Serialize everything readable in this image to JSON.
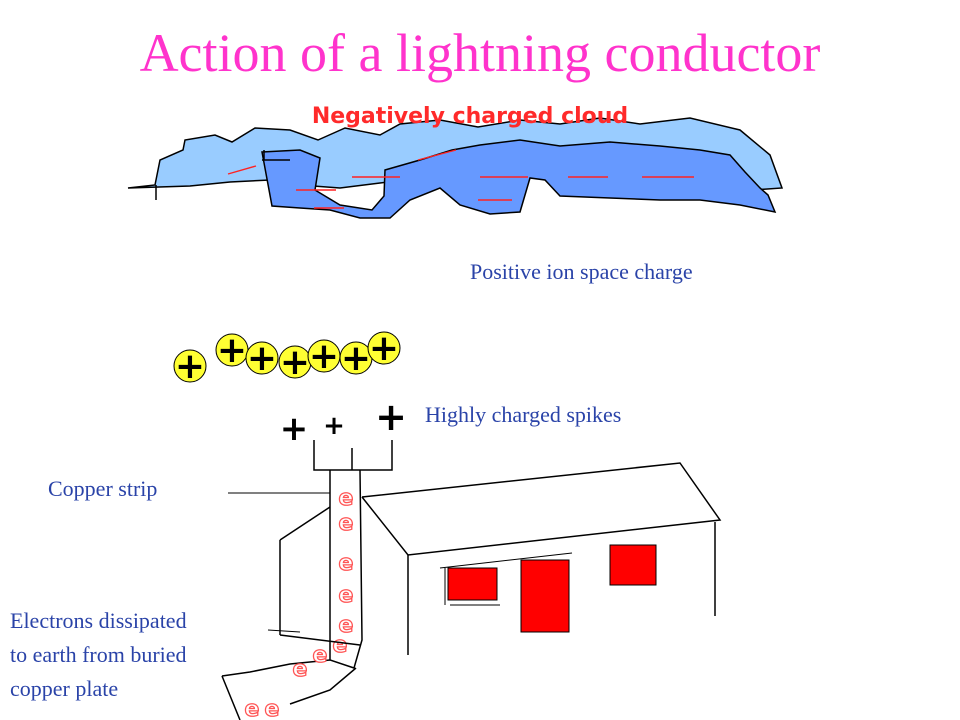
{
  "title": "Action of a lightning conductor",
  "cloud_label": "Negatively charged cloud",
  "ion_label": "Positive ion space charge",
  "spike_label": "Highly charged spikes",
  "strip_label": "Copper strip",
  "electron_label_lines": [
    "Electrons dissipated",
    "to earth from buried",
    "copper plate"
  ],
  "positive_symbol": "+",
  "electron_symbol": "e",
  "colors": {
    "title": "#ff33cc",
    "cloud_label": "#ff2a2a",
    "labels": "#2a43a8",
    "cloud_light": "#99ccff",
    "cloud_dark": "#6699ff",
    "ion_fill": "#ffff33",
    "house_fill": "#ff0000",
    "electron": "#ff5555"
  }
}
